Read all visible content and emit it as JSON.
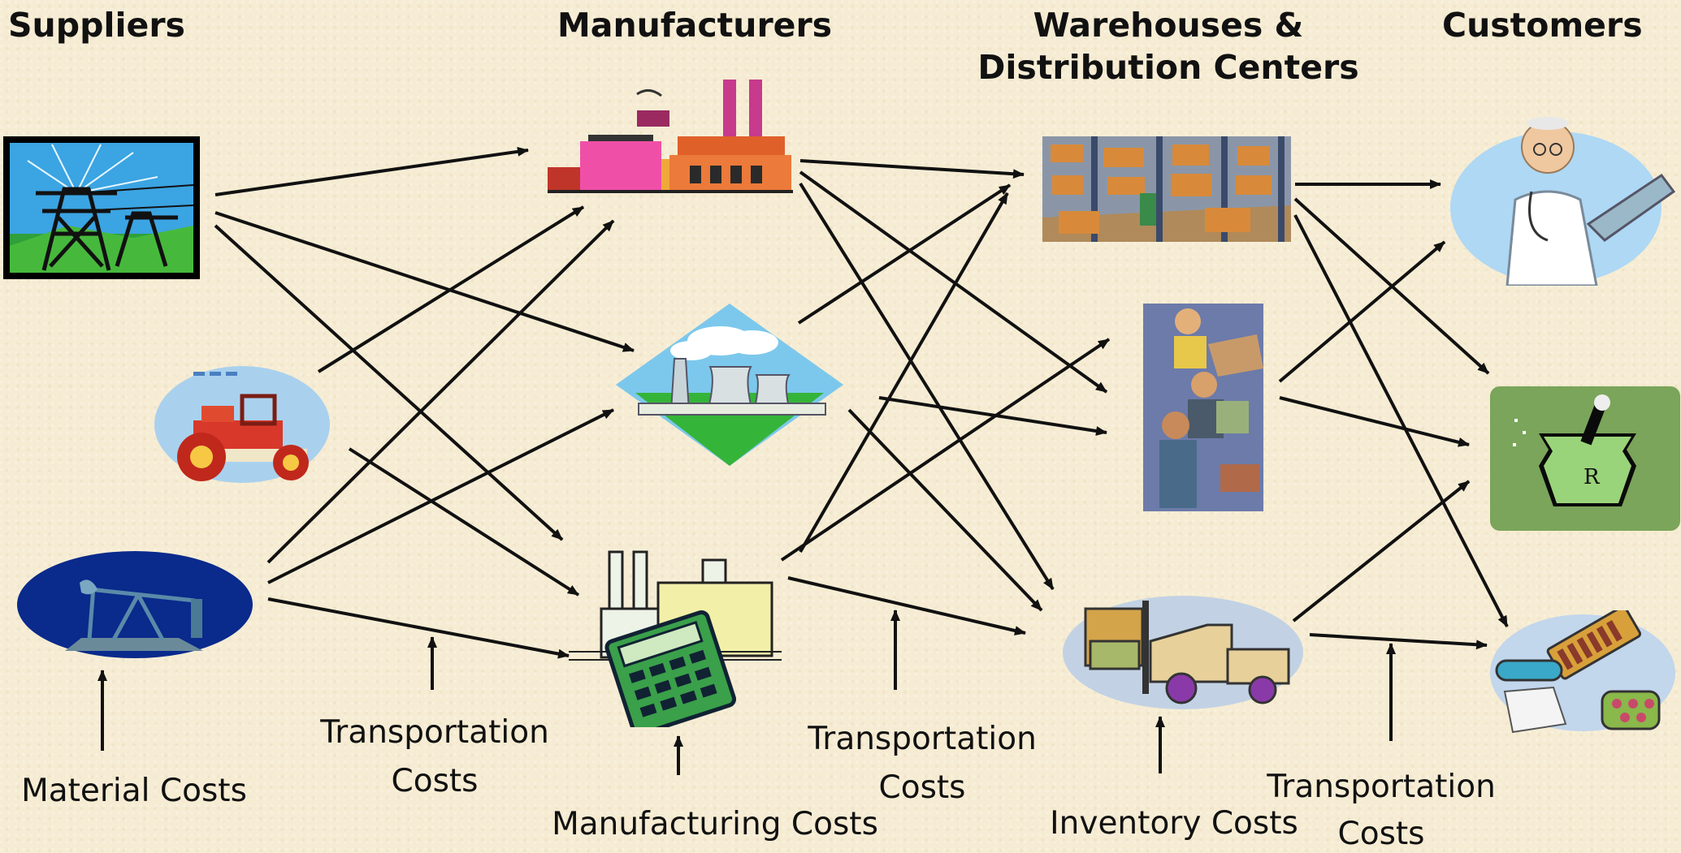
{
  "columns": {
    "suppliers": "Suppliers",
    "manufacturers": "Manufacturers",
    "warehouses_line1": "Warehouses &",
    "warehouses_line2": "Distribution Centers",
    "customers": "Customers"
  },
  "cost_labels": {
    "material": "Material Costs",
    "transport1_line1": "Transportation",
    "transport1_line2": "Costs",
    "manufacturing": "Manufacturing Costs",
    "transport2_line1": "Transportation",
    "transport2_line2": "Costs",
    "inventory": "Inventory Costs",
    "transport3_line1": "Transportation",
    "transport3_line2": "Costs"
  },
  "icons": {
    "power_tower": "power-tower-icon",
    "tractor": "tractor-icon",
    "oil_pump": "oil-pump-icon",
    "factory_pink": "factory-icon",
    "power_plant": "power-plant-icon",
    "factory_calculator": "factory-calculator-icon",
    "warehouse_shelves": "warehouse-icon",
    "workers_boxes": "workers-icon",
    "forklift": "forklift-icon",
    "doctor": "doctor-icon",
    "pharmacy": "pharmacy-icon",
    "medicine": "medicine-icon"
  },
  "colors": {
    "background": "#f6ecd3",
    "arrow": "#111111"
  }
}
